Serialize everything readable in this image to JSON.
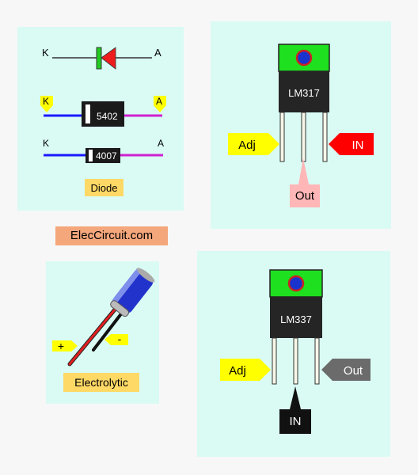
{
  "diode": {
    "symbol_k": "K",
    "symbol_a": "A",
    "d1_k": "K",
    "d1_a": "A",
    "d1_code": "5402",
    "d2_k": "K",
    "d2_a": "A",
    "d2_code": "4007",
    "caption": "Diode"
  },
  "lm317": {
    "part": "LM317",
    "adj": "Adj",
    "in": "IN",
    "out": "Out"
  },
  "brand": "ElecCircuit.com",
  "capacitor": {
    "plus": "+",
    "minus": "-",
    "caption": "Electrolytic"
  },
  "lm337": {
    "part": "LM337",
    "adj": "Adj",
    "out": "Out",
    "in": "IN"
  },
  "colors": {
    "panel": "#d9fbf4",
    "heatsink": "#1fe01f",
    "body": "#252525",
    "yellow": "#ffff00",
    "red_arrow": "#ff0000",
    "pink_label": "#ffb6b6",
    "grey_label": "#6b6b6b",
    "caption_bg": "#ffd966",
    "brand_bg": "#f5a77c"
  }
}
